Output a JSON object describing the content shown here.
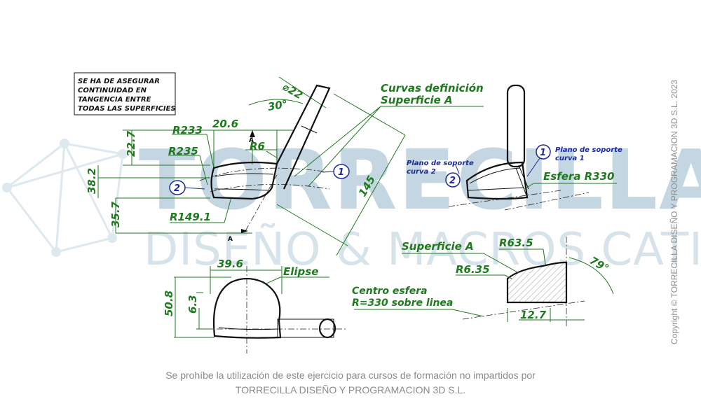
{
  "watermark": {
    "brand": "TORRECILLA",
    "subtitle": "DISEÑO & MACROS CATIA"
  },
  "copyright": "Copyright © TORRECILLA DISEÑO Y PROGRAMACION 3D S.L. 2023",
  "footer": {
    "line1": "Se prohíbe la utilización de este ejercicio para cursos de formación no impartidos por",
    "line2": "TORRECILLA DISEÑO Y PROGRAMACION 3D S.L."
  },
  "note_box": {
    "line1": "SE HA DE ASEGURAR",
    "line2": "CONTINUIDAD EN",
    "line3": "TANGENCIA ENTRE",
    "line4": "TODAS LAS SUPERFICIES"
  },
  "annotations": {
    "curvas_1": "Curvas definición",
    "curvas_2": "Superficie A",
    "plano_2a": "Plano de soporte",
    "plano_2b": "curva 2",
    "plano_1a": "Plano de soporte",
    "plano_1b": "curva 1",
    "esfera": "Esfera R330",
    "superficie_a": "Superficie A",
    "elipse": "Elipse",
    "centro_1": "Centro esfera",
    "centro_2": "R=330 sobre linea"
  },
  "dimensions": {
    "d_diam22": "22",
    "d_30deg": "30°",
    "d_20_6": "20.6",
    "d_r233": "R233",
    "d_r235": "R235",
    "d_r6": "R6",
    "d_22_7": "22.7",
    "d_38_2": "38.2",
    "d_35_7": "35.7",
    "d_r149_1": "R149.1",
    "d_145": "145",
    "d_39_6": "39.6",
    "d_50_8": "50.8",
    "d_6_3": "6.3",
    "d_r63_5": "R63.5",
    "d_r6_35": "R6.35",
    "d_79deg": "79°",
    "d_12_7": "12.7"
  },
  "callouts": {
    "c1": "1",
    "c2": "2"
  },
  "section_marker": "A"
}
